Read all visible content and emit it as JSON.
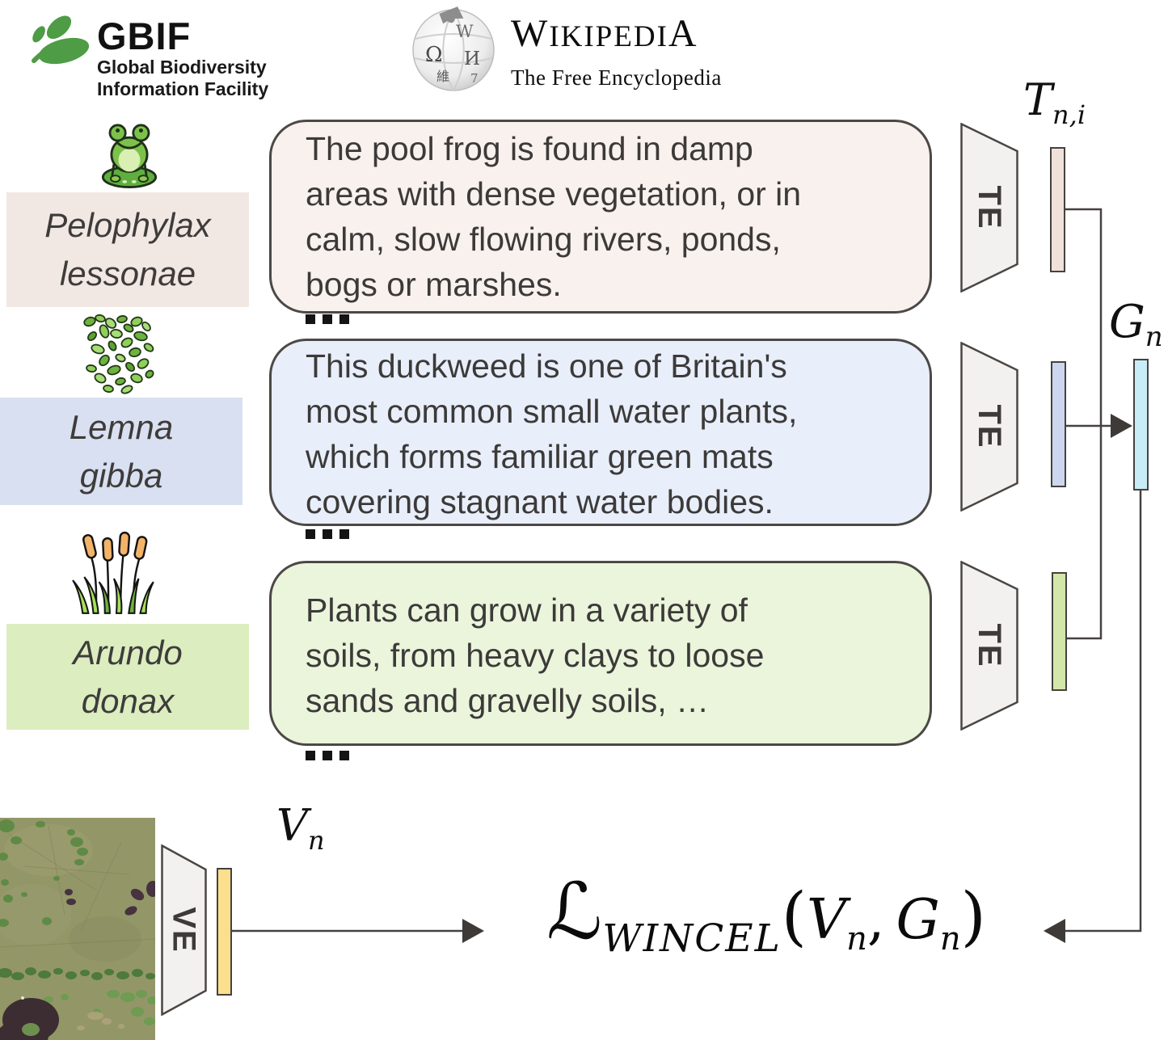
{
  "colors": {
    "label_pink": "#f2e8e3",
    "label_blue": "#d9e0f1",
    "label_green": "#dcedbf",
    "bubble_pink": "#f8f1ed",
    "bubble_blue": "#e8eefa",
    "bubble_green": "#eaf5dc",
    "bar_text1": "#f0e1da",
    "bar_text2": "#ccd7ef",
    "bar_text3": "#d4e7aa",
    "bar_group": "#c9edf6",
    "bar_vision": "#fbdf8d",
    "encoder_fill": "#f2f1ef",
    "line": "#454140",
    "gbif_green": "#4e9c45"
  },
  "header": {
    "gbif": {
      "wordmark": "GBIF",
      "subtitle1": "Global Biodiversity",
      "subtitle2": "Information Facility"
    },
    "wikipedia": {
      "wordmark_first": "W",
      "wordmark_mid": "IKIPEDI",
      "wordmark_last": "A",
      "subtitle": "The Free Encyclopedia"
    }
  },
  "species": [
    {
      "name_line1": "Pelophylax",
      "name_line2": "lessonae",
      "icon": "frog-icon",
      "description_lines": [
        "The pool frog is found in damp",
        "areas with dense vegetation, or in",
        "calm, slow flowing rivers, ponds,",
        "bogs or marshes."
      ]
    },
    {
      "name_line1": "Lemna",
      "name_line2": "gibba",
      "icon": "duckweed-icon",
      "description_lines": [
        "This duckweed is one of Britain's",
        "most common small water plants,",
        "which forms familiar green mats",
        "covering stagnant water bodies."
      ]
    },
    {
      "name_line1": "Arundo",
      "name_line2": "donax",
      "icon": "reeds-icon",
      "description_lines": [
        "Plants can grow in a variety of",
        "soils, from heavy clays to loose",
        "sands and gravelly soils, …"
      ]
    }
  ],
  "encoders": {
    "text": "TE",
    "vision": "VE"
  },
  "embeddings": {
    "text_label_main": "T",
    "text_label_sub": "n,i",
    "group_label_main": "G",
    "group_label_sub": "n",
    "vision_label_main": "V",
    "vision_label_sub": "n"
  },
  "loss": {
    "script_l": "ℒ",
    "subscript": "WINCEL",
    "open": "(",
    "v": "V",
    "v_sub": "n",
    "comma": ",",
    "g": "G",
    "g_sub": "n",
    "close": ")"
  }
}
